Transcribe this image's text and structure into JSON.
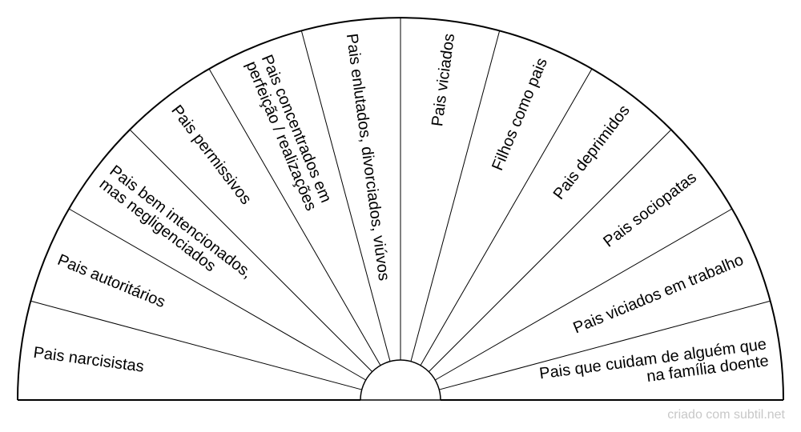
{
  "chart_data": {
    "type": "pie",
    "segments": [
      {
        "lines": [
          "Pais narcisistas"
        ]
      },
      {
        "lines": [
          "Pais autoritários"
        ]
      },
      {
        "lines": [
          "Pais bem intencionados,",
          "mas negligenciados"
        ]
      },
      {
        "lines": [
          "Pais permissivos"
        ]
      },
      {
        "lines": [
          "Pais concentrados em",
          "perfeição / realizações"
        ]
      },
      {
        "lines": [
          "Pais enlutados, divorciados, viúvos"
        ]
      },
      {
        "lines": [
          "Pais viciados"
        ]
      },
      {
        "lines": [
          "Filhos como pais"
        ]
      },
      {
        "lines": [
          "Pais deprimidos"
        ]
      },
      {
        "lines": [
          "Pais sociopatas"
        ]
      },
      {
        "lines": [
          "Pais viciados em trabalho"
        ]
      },
      {
        "lines": [
          "Pais que cuidam de alguém que",
          "na família doente"
        ]
      }
    ]
  },
  "footer": {
    "credit": "criado com subtil.net"
  }
}
